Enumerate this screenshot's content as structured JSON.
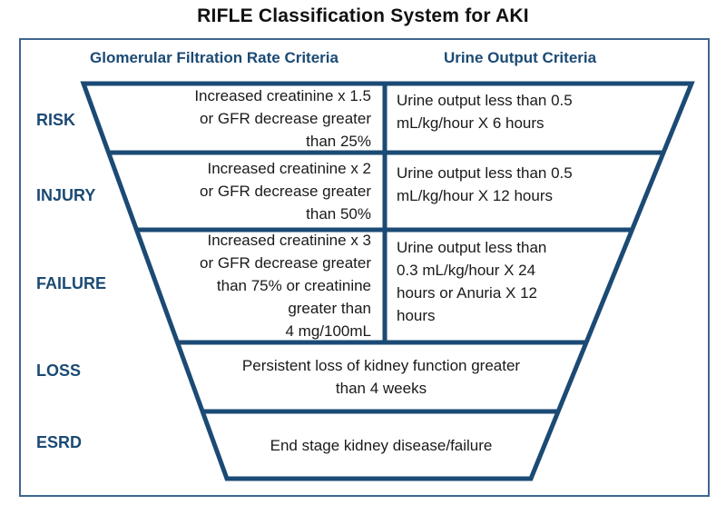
{
  "title": "RIFLE Classification System for AKI",
  "colors": {
    "line_navy": "#1b4a74",
    "frame_border": "#3d6690",
    "header_text": "#1b4a74",
    "body_text": "#1a1a1a"
  },
  "headers": {
    "gfr": "Glomerular Filtration Rate Criteria",
    "urine": "Urine Output Criteria"
  },
  "rows": [
    {
      "label": "RISK",
      "gfr_lines": [
        "Increased creatinine x 1.5",
        "or GFR decrease greater",
        "than 25%"
      ],
      "urine_lines": [
        "Urine output less than 0.5",
        "mL/kg/hour X 6 hours"
      ]
    },
    {
      "label": "INJURY",
      "gfr_lines": [
        "Increased creatinine x 2",
        "or GFR decrease greater",
        "than 50%"
      ],
      "urine_lines": [
        "Urine output less than 0.5",
        "mL/kg/hour X 12 hours"
      ]
    },
    {
      "label": "FAILURE",
      "gfr_lines": [
        "Increased creatinine x 3",
        "or GFR decrease greater",
        "than 75% or creatinine",
        "greater than",
        "4 mg/100mL"
      ],
      "urine_lines": [
        "Urine output less than",
        "0.3 mL/kg/hour X 24",
        "hours or Anuria X 12",
        "hours"
      ]
    },
    {
      "label": "LOSS",
      "full_lines": [
        "Persistent loss of kidney function greater",
        "than 4 weeks"
      ]
    },
    {
      "label": "ESRD",
      "full_lines": [
        "End stage kidney disease/failure"
      ]
    }
  ]
}
